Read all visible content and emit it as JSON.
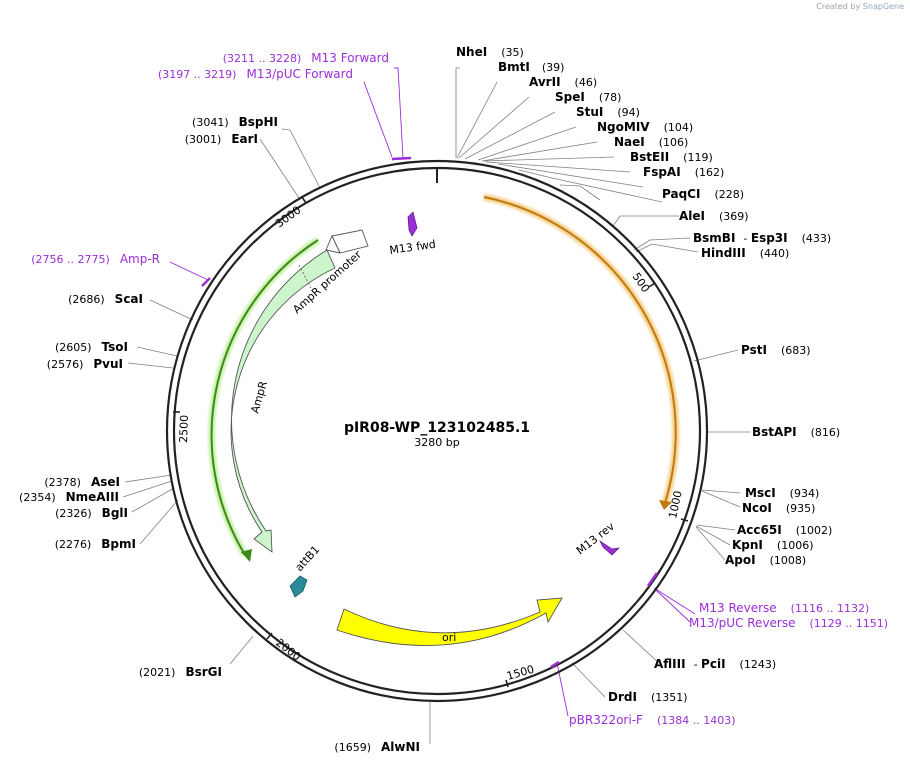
{
  "credit": {
    "prefix": "Created by",
    "brand": "SnapGene"
  },
  "plasmid": {
    "name": "pIR08-WP_123102485.1",
    "length_label": "3280 bp"
  },
  "ticks": [
    "500",
    "1000",
    "1500",
    "2000",
    "2500",
    "3000"
  ],
  "features": {
    "m13fwd": "M13 fwd",
    "m13rev": "M13 rev",
    "attB1": "attB1",
    "ori": "ori",
    "ampR": "AmpR",
    "ampRpromoter": "AmpR promoter"
  },
  "right_sites": [
    {
      "name": "NheI",
      "pos": "(35)"
    },
    {
      "name": "BmtI",
      "pos": "(39)"
    },
    {
      "name": "AvrII",
      "pos": "(46)"
    },
    {
      "name": "SpeI",
      "pos": "(78)"
    },
    {
      "name": "StuI",
      "pos": "(94)"
    },
    {
      "name": "NgoMIV",
      "pos": "(104)"
    },
    {
      "name": "NaeI",
      "pos": "(106)"
    },
    {
      "name": "BstEII",
      "pos": "(119)"
    },
    {
      "name": "FspAI",
      "pos": "(162)"
    },
    {
      "name": "PaqCI",
      "pos": "(228)"
    },
    {
      "name": "AleI",
      "pos": "(369)"
    },
    {
      "name": "BsmBI",
      "pos": ""
    },
    {
      "name": "HindIII",
      "pos": "(440)"
    },
    {
      "name": "PstI",
      "pos": "(683)"
    },
    {
      "name": "BstAPI",
      "pos": "(816)"
    },
    {
      "name": "MscI",
      "pos": "(934)"
    },
    {
      "name": "NcoI",
      "pos": "(935)"
    },
    {
      "name": "Acc65I",
      "pos": "(1002)"
    },
    {
      "name": "KpnI",
      "pos": "(1006)"
    },
    {
      "name": "ApoI",
      "pos": "(1008)"
    },
    {
      "name": "AflIII",
      "pos": ""
    },
    {
      "name": "DrdI",
      "pos": "(1351)"
    }
  ],
  "extra_sites": {
    "esp3i": {
      "prefix": "- ",
      "name": "Esp3I",
      "pos": "(433)"
    },
    "pcii": {
      "prefix": "- ",
      "name": "PciI",
      "pos": "(1243)"
    }
  },
  "left_sites": [
    {
      "name": "BspHI",
      "pos": "(3041)"
    },
    {
      "name": "EarI",
      "pos": "(3001)"
    },
    {
      "name": "ScaI",
      "pos": "(2686)"
    },
    {
      "name": "TsoI",
      "pos": "(2605)"
    },
    {
      "name": "PvuI",
      "pos": "(2576)"
    },
    {
      "name": "AseI",
      "pos": "(2378)"
    },
    {
      "name": "NmeAIII",
      "pos": "(2354)"
    },
    {
      "name": "BglI",
      "pos": "(2326)"
    },
    {
      "name": "BpmI",
      "pos": "(2276)"
    },
    {
      "name": "BsrGI",
      "pos": "(2021)"
    },
    {
      "name": "AlwNI",
      "pos": "(1659)"
    }
  ],
  "primers": [
    {
      "name": "M13 Forward",
      "range": "(3211 .. 3228)"
    },
    {
      "name": "M13/pUC Forward",
      "range": "(3197 .. 3219)"
    },
    {
      "name": "Amp-R",
      "range": "(2756 .. 2775)"
    },
    {
      "name": "M13 Reverse",
      "range": "(1116 .. 1132)"
    },
    {
      "name": "M13/pUC Reverse",
      "range": "(1129 .. 1151)"
    },
    {
      "name": "pBR322ori-F",
      "range": "(1384 .. 1403)"
    }
  ],
  "colors": {
    "backbone": "#222222",
    "primer": "#9a2fd6",
    "orange_feature": "#e8a73a",
    "ampr_fill": "#ccf5cc",
    "ori_fill": "#ffff00",
    "attb1_fill": "#2a8a9a",
    "m13_fill": "#9a2fd6",
    "line": "#777777"
  }
}
